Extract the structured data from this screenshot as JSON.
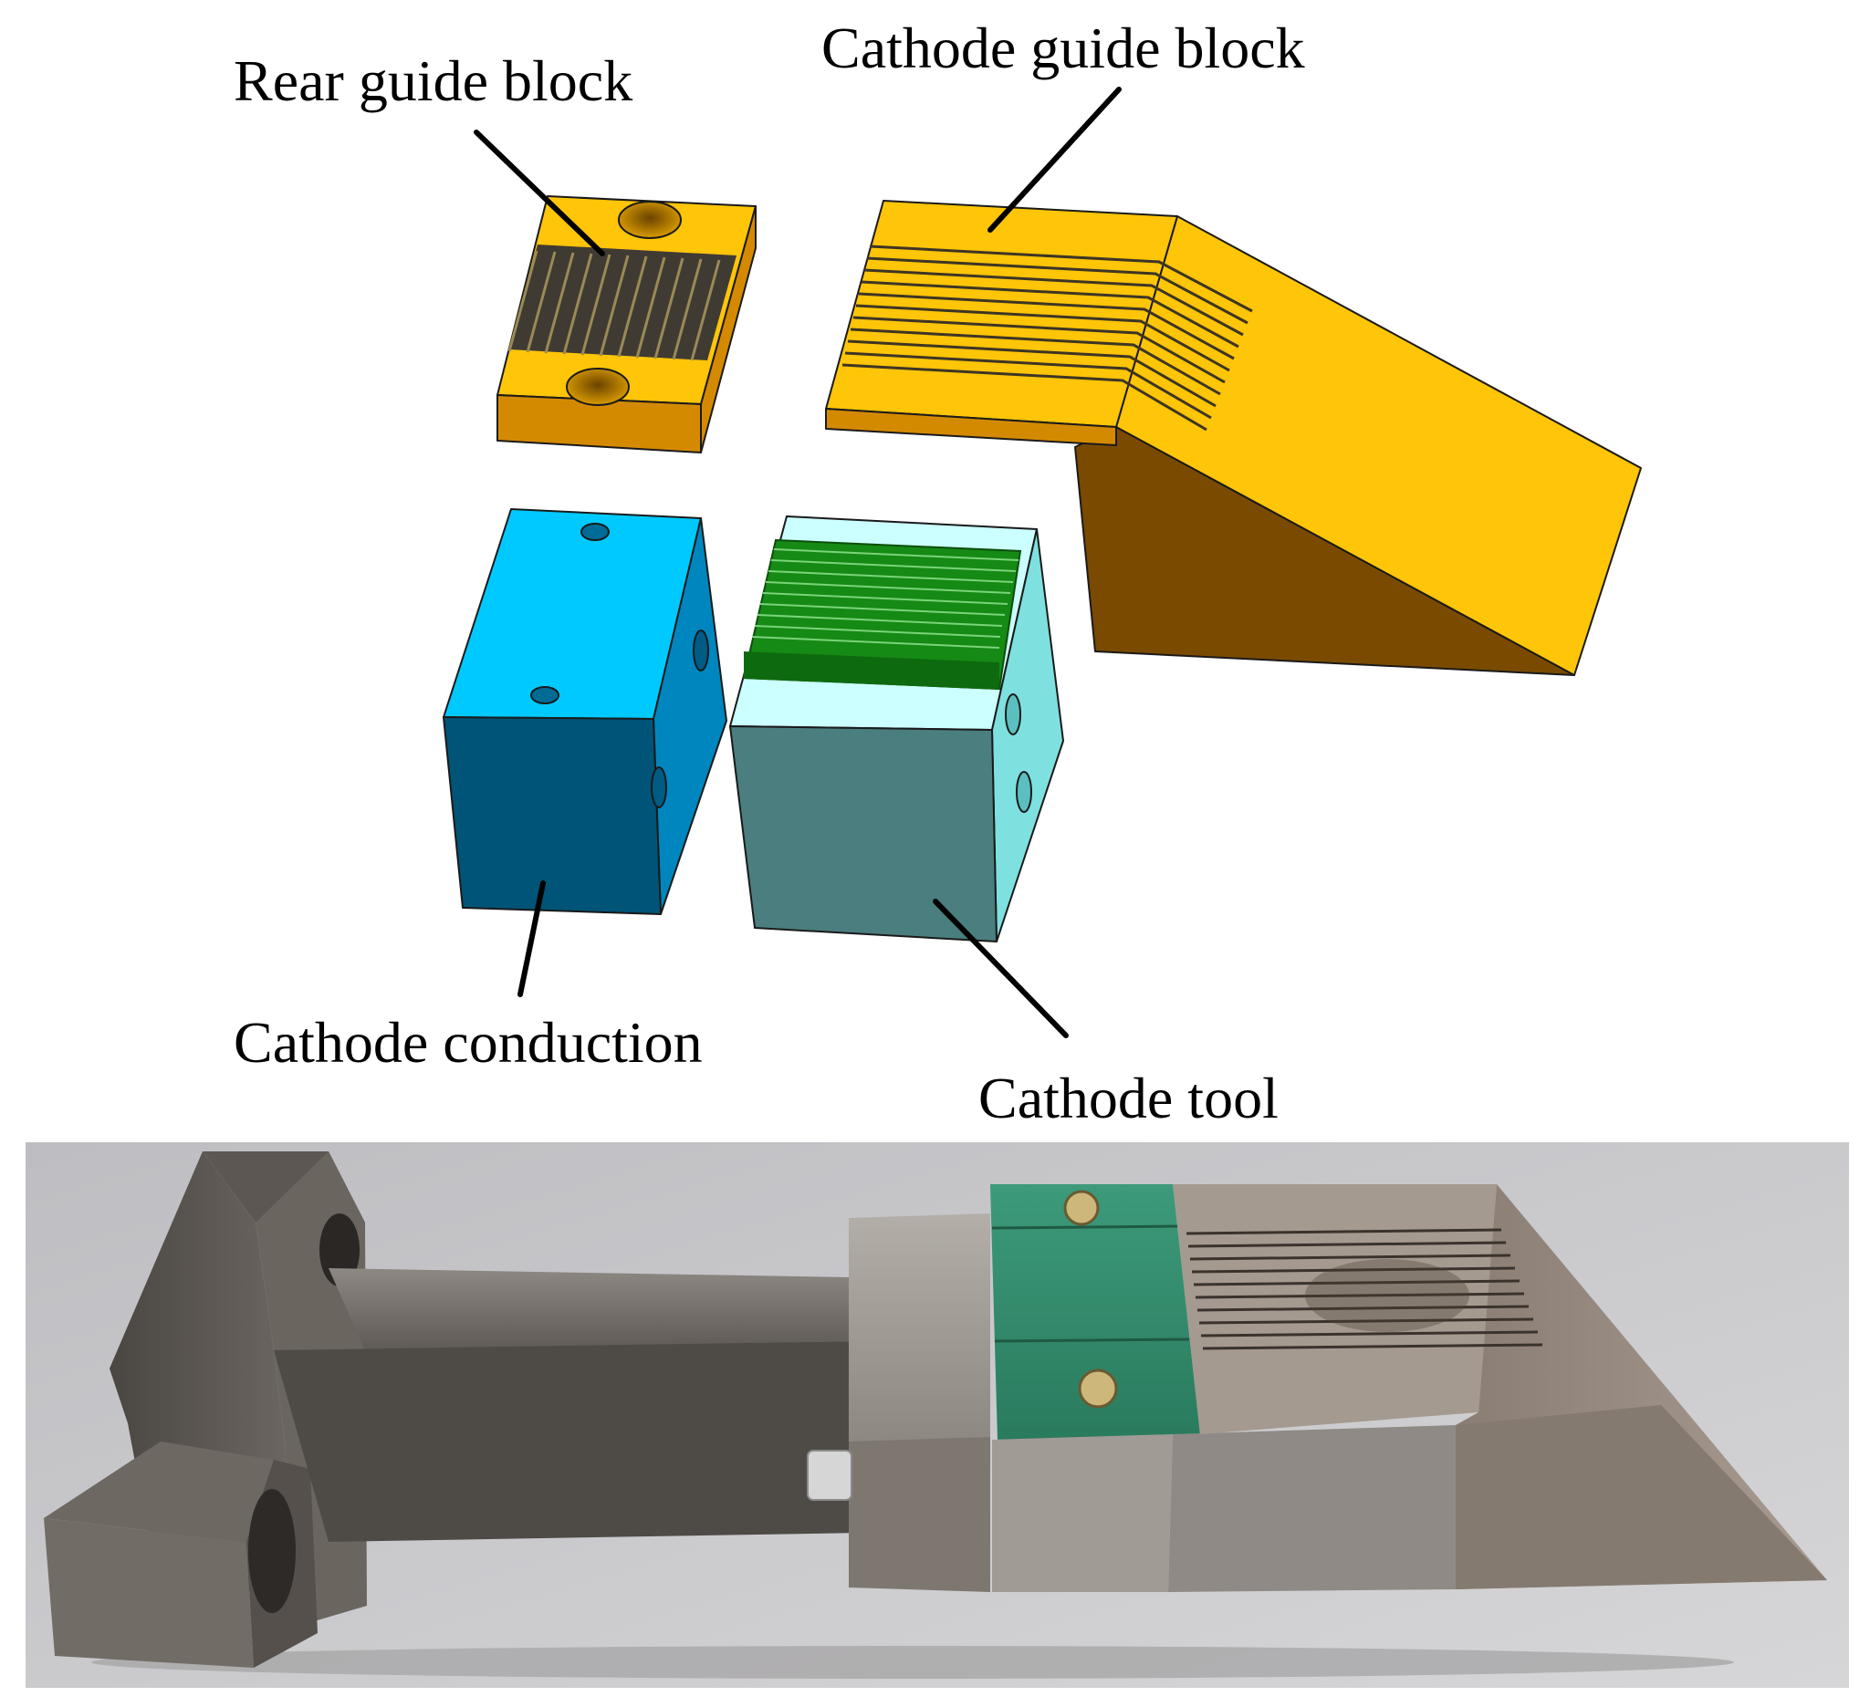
{
  "labels": {
    "rear_guide_block": "Rear guide block",
    "cathode_guide_block": "Cathode guide block",
    "cathode_conduction": "Cathode conduction",
    "cathode_tool": "Cathode tool"
  },
  "colors": {
    "guide_block_top": "#FFC508",
    "guide_block_side": "#D48A00",
    "guide_block_shadow": "#7A4A00",
    "conduction_top": "#00C9FF",
    "conduction_side": "#0086BE",
    "conduction_front": "#005477",
    "tool_top": "#CCFFFF",
    "tool_side": "#7FE0E0",
    "tool_front": "#4B7E7E",
    "tool_fins": "#158A15",
    "photo_background": "#C7C7C9",
    "steel_dark": "#4A4744",
    "steel_light": "#9A948E",
    "green_insulator": "#2E8A6A"
  }
}
